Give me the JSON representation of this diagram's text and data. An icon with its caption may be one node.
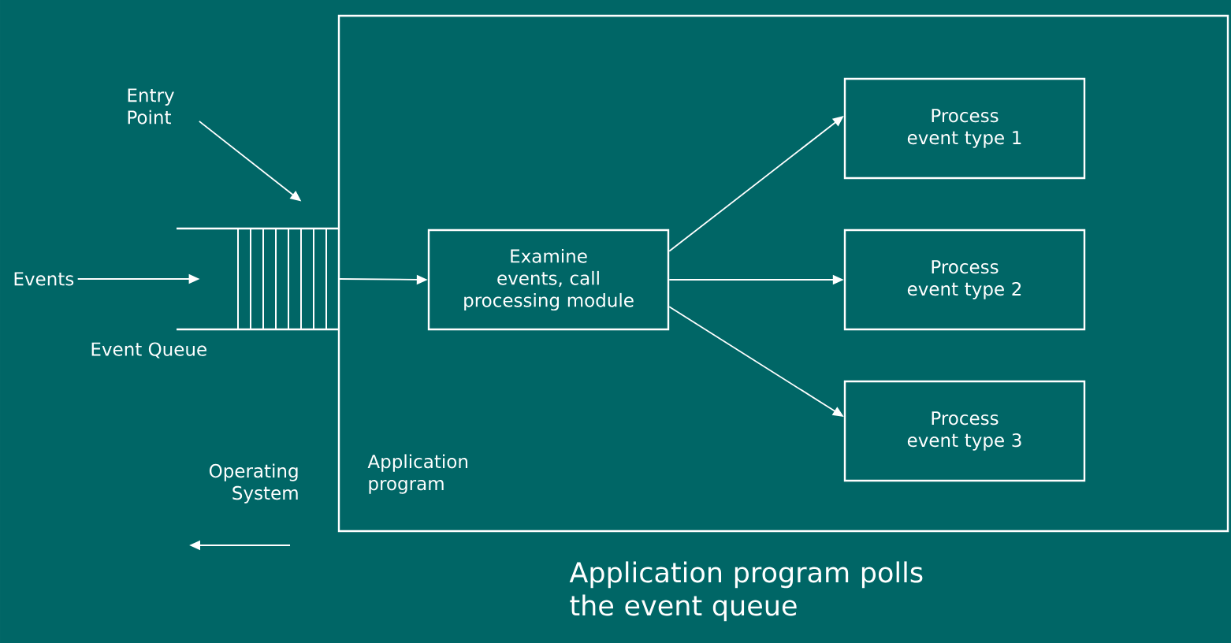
{
  "diagram": {
    "caption": "Application program polls the event queue",
    "nodes": [
      {
        "text": [
          "Application program"
        ]
      },
      {
        "text": [
          "Examine events, call processing module"
        ],
        "in": 0
      },
      {
        "text": [
          "Process event type 1"
        ],
        "in": 0
      },
      {
        "text": [
          "Process event type 2"
        ],
        "in": 0
      },
      {
        "text": [
          "Process event type 3"
        ],
        "in": 0
      },
      {
        "text": [
          "Event Queue"
        ]
      },
      {
        "text": [
          "Events"
        ]
      },
      {
        "text": [
          "Entry Point"
        ]
      }
    ],
    "edges": [
      {
        "from": 6,
        "to": 5,
        "arrow": "to"
      },
      {
        "from": 7,
        "to": 5,
        "arrow": "to"
      },
      {
        "from": 5,
        "to": 1,
        "arrow": "to"
      },
      {
        "from": 1,
        "to": 2,
        "arrow": "to"
      },
      {
        "from": 1,
        "to": 3,
        "arrow": "to"
      },
      {
        "from": 1,
        "to": 4,
        "arrow": "to"
      }
    ],
    "labels": [
      "Operating System"
    ]
  }
}
